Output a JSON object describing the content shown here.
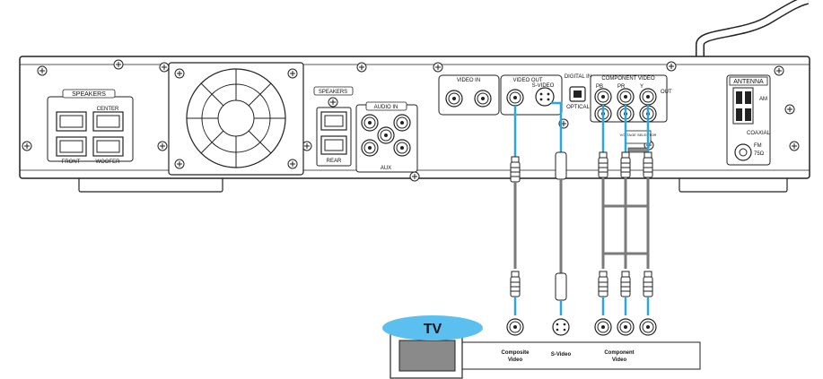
{
  "device": {
    "speakers_label_left": "SPEAKERS",
    "center_label": "CENTER",
    "front_label": "FRONT",
    "woofer_label": "WOOFER",
    "speakers_label_mid": "SPEAKERS",
    "rear_label": "REAR",
    "audio_in_label": "AUDIO IN",
    "aux_label": "AUX",
    "video_in_label": "VIDEO IN",
    "video_out_label": "VIDEO OUT",
    "s_video_label": "S-VIDEO",
    "digital_in_label": "DIGITAL IN",
    "optical_label": "OPTICAL",
    "component_video_label": "COMPONENT VIDEO",
    "pb_label": "PB",
    "pr_label": "PR",
    "y_label": "Y",
    "out_label": "OUT",
    "voltage_selector_label": "VOLTAGE SELECTOR",
    "antenna_label": "ANTENNA",
    "am_label": "AM",
    "coaxial_label": "COAXIAL",
    "fm_label": "FM",
    "ohm_label": "75Ω"
  },
  "tv": {
    "label": "TV",
    "composite_label_line1": "Composite",
    "composite_label_line2": "Video",
    "svideo_label": "S-Video",
    "component_label_line1": "Component",
    "component_label_line2": "Video"
  },
  "colors": {
    "cable_blue": "#29a8e0",
    "cable_gray": "#7a7a7a",
    "tv_blue": "#5bc0ef",
    "panel": "#ffffff",
    "stroke": "#222222"
  }
}
